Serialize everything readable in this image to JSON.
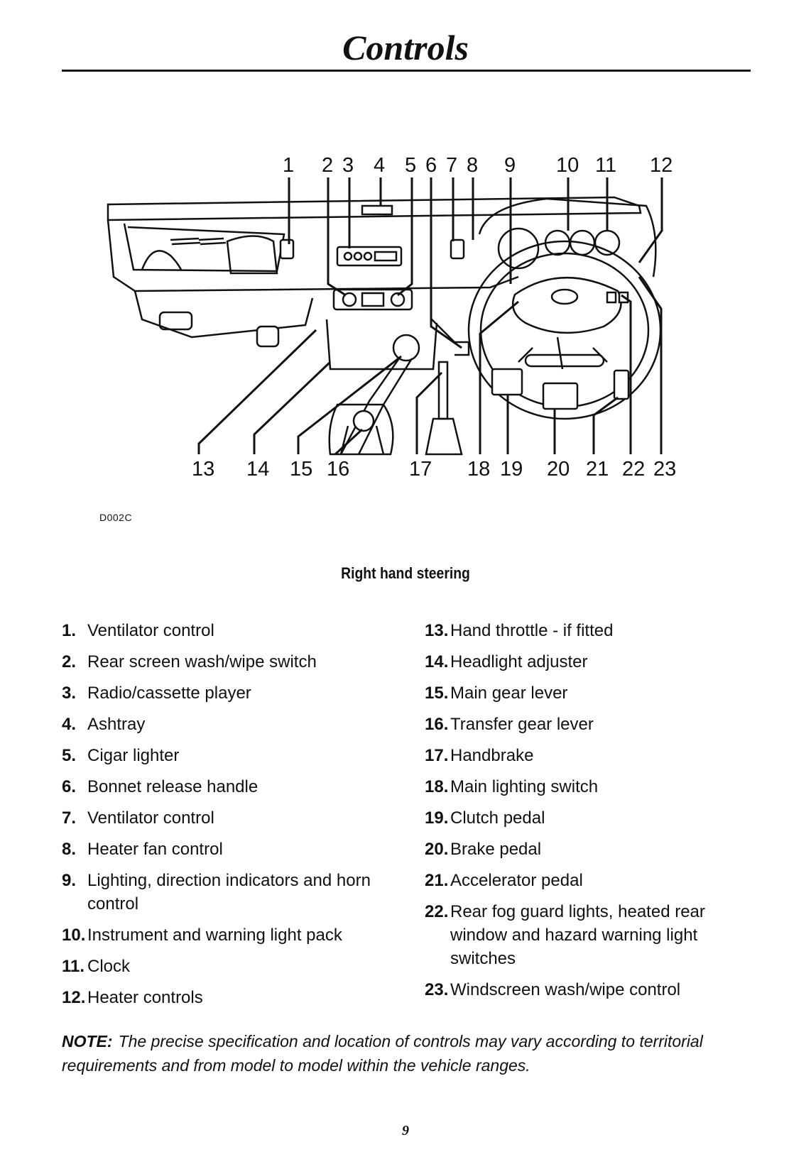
{
  "page_title": "Controls",
  "figure": {
    "code": "D002C",
    "caption": "Right hand steering",
    "callouts_top": [
      "1",
      "2",
      "3",
      "4",
      "5",
      "6",
      "7",
      "8",
      "9",
      "10",
      "11",
      "12"
    ],
    "callouts_bottom": [
      "13",
      "14",
      "15",
      "16",
      "17",
      "18",
      "19",
      "20",
      "21",
      "22",
      "23"
    ]
  },
  "legend_left": [
    {
      "num": "1.",
      "text": "Ventilator control"
    },
    {
      "num": "2.",
      "text": "Rear screen wash/wipe switch"
    },
    {
      "num": "3.",
      "text": "Radio/cassette player"
    },
    {
      "num": "4.",
      "text": "Ashtray"
    },
    {
      "num": "5.",
      "text": "Cigar lighter"
    },
    {
      "num": "6.",
      "text": "Bonnet release handle"
    },
    {
      "num": "7.",
      "text": "Ventilator control"
    },
    {
      "num": "8.",
      "text": "Heater fan control"
    },
    {
      "num": "9.",
      "text": "Lighting, direction indicators and horn control"
    },
    {
      "num": "10.",
      "text": "Instrument and warning light pack"
    },
    {
      "num": "11.",
      "text": "Clock"
    },
    {
      "num": "12.",
      "text": "Heater controls"
    }
  ],
  "legend_right": [
    {
      "num": "13.",
      "text": "Hand throttle - if fitted"
    },
    {
      "num": "14.",
      "text": "Headlight adjuster"
    },
    {
      "num": "15.",
      "text": "Main gear lever"
    },
    {
      "num": "16.",
      "text": "Transfer gear lever"
    },
    {
      "num": "17.",
      "text": "Handbrake"
    },
    {
      "num": "18.",
      "text": "Main lighting switch"
    },
    {
      "num": "19.",
      "text": "Clutch pedal"
    },
    {
      "num": "20.",
      "text": "Brake pedal"
    },
    {
      "num": "21.",
      "text": "Accelerator pedal"
    },
    {
      "num": "22.",
      "text": "Rear fog guard lights, heated rear window and hazard warning light switches"
    },
    {
      "num": "23.",
      "text": "Windscreen wash/wipe control"
    }
  ],
  "note": {
    "label": "NOTE:",
    "text": "The precise specification and location of controls may vary according to territorial requirements and from model to model within the vehicle ranges."
  },
  "page_number": "9"
}
